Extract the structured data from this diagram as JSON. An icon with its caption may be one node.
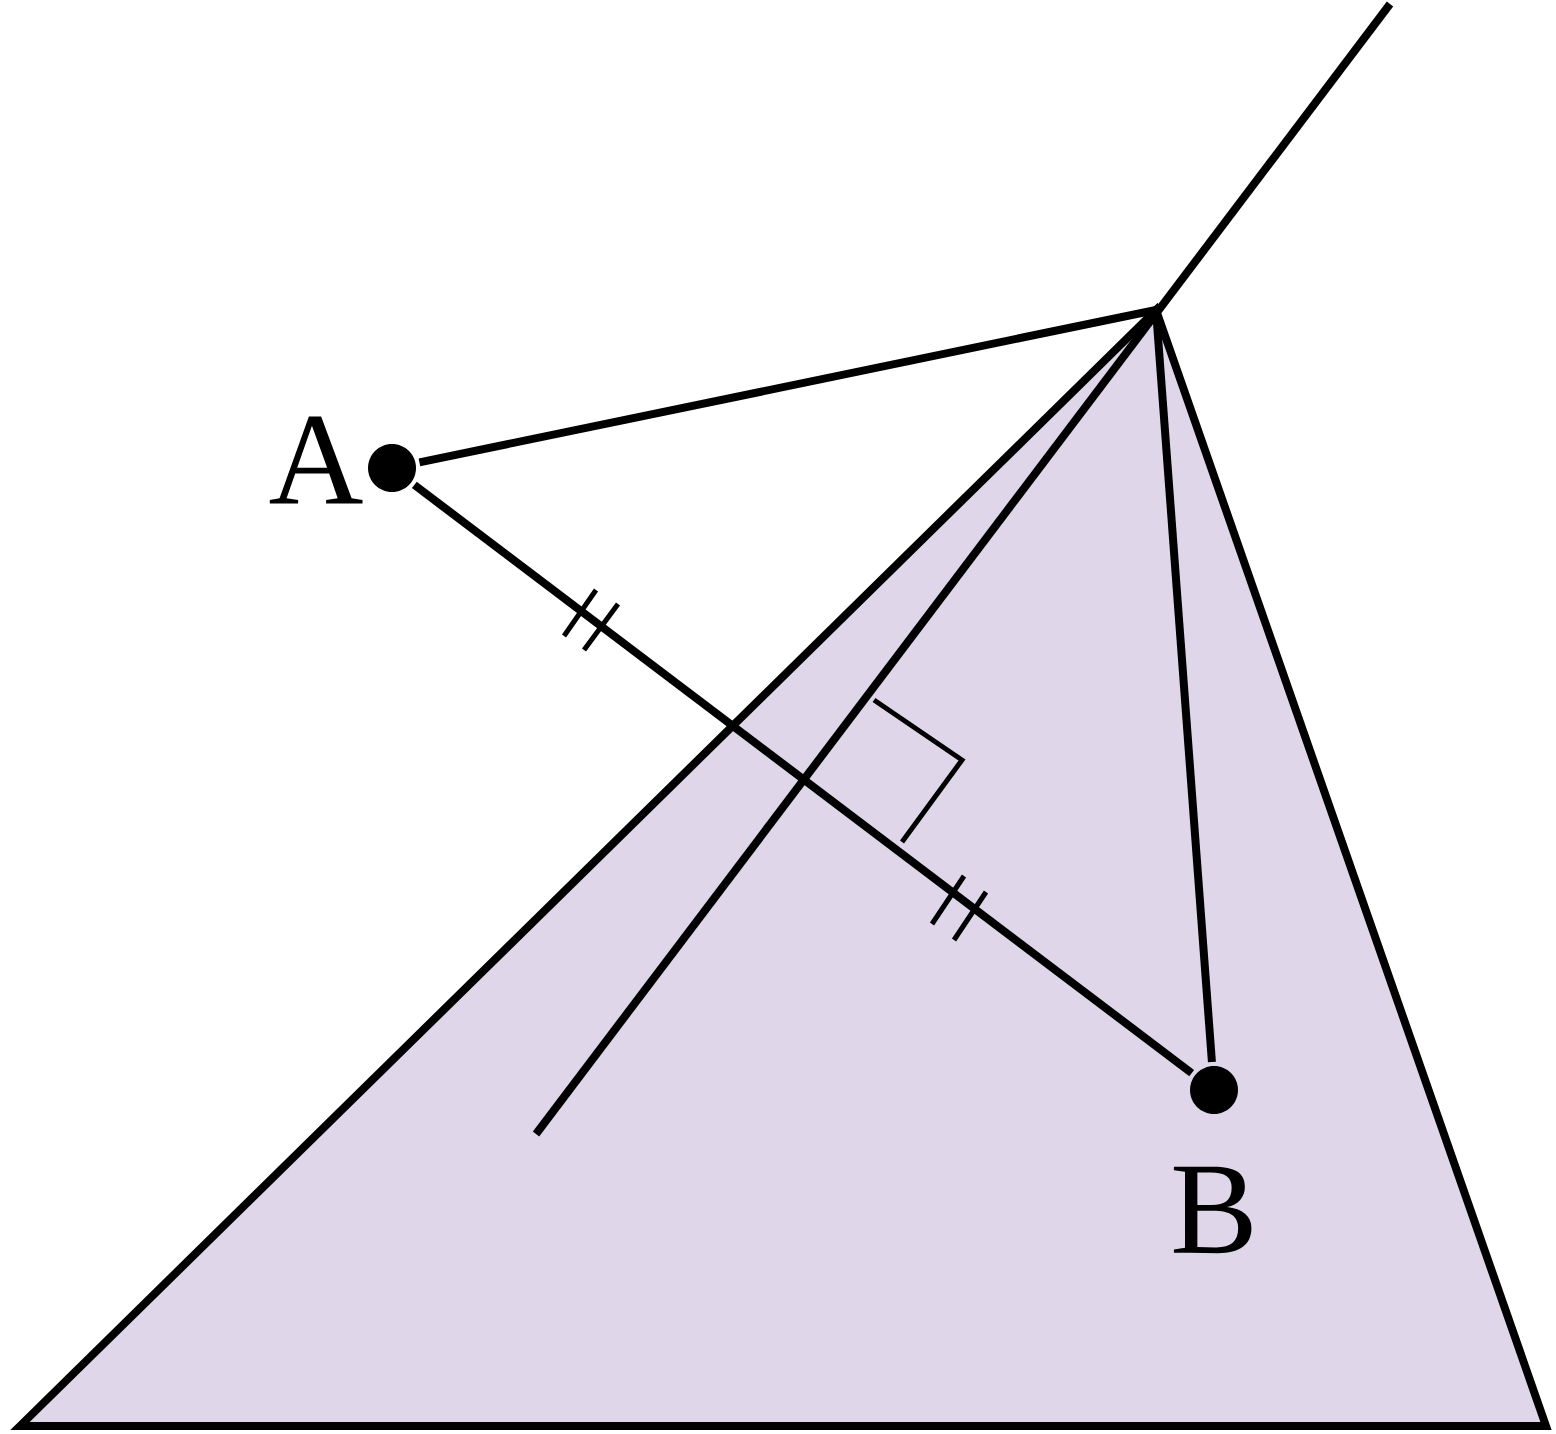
{
  "diagram": {
    "nodes": [
      {
        "text": [
          "A"
        ]
      },
      {
        "text": [
          "B"
        ]
      }
    ],
    "edges": [
      {
        "from": 0,
        "to": 1,
        "arrow": "none"
      },
      {
        "from": 0,
        "to": null,
        "arrow": "none"
      },
      {
        "from": 1,
        "to": null,
        "arrow": "none"
      }
    ]
  }
}
